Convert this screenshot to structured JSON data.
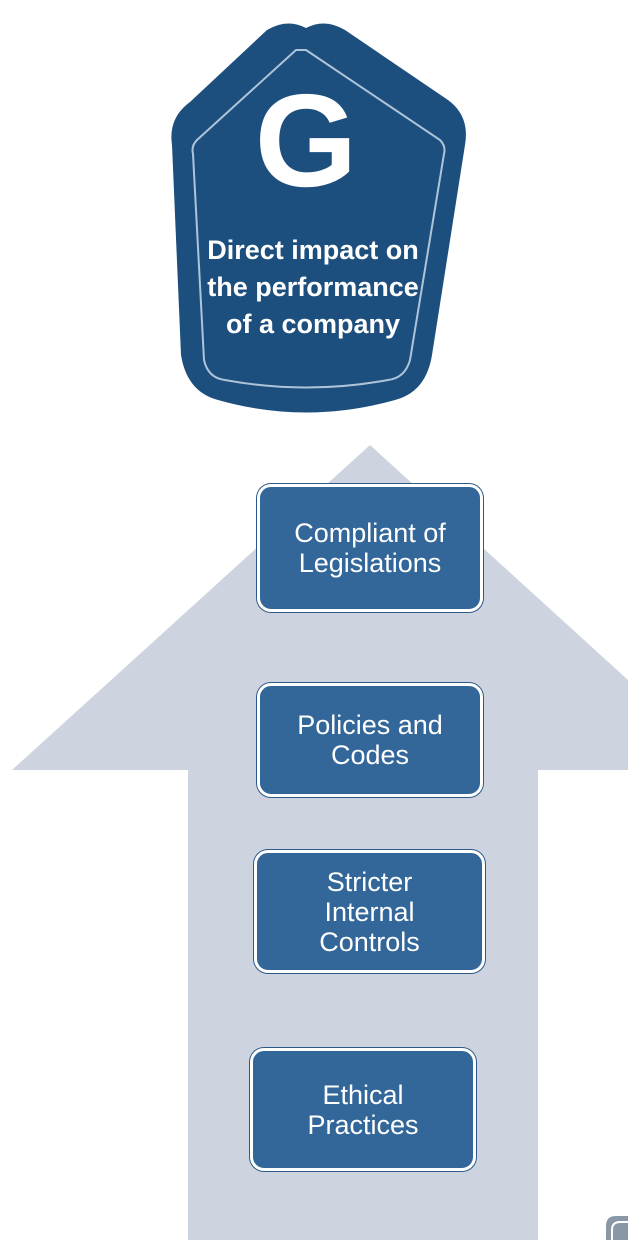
{
  "badge": {
    "letter": "G",
    "text_lines": [
      "Direct impact on",
      "the performance",
      "of a company"
    ],
    "color": "#1d4f7e"
  },
  "arrow": {
    "color": "#cdd4df"
  },
  "steps": [
    {
      "lines": [
        "Compliant of",
        "Legislations"
      ]
    },
    {
      "lines": [
        "Policies and",
        "Codes"
      ]
    },
    {
      "lines": [
        "Stricter",
        "Internal",
        "Controls"
      ]
    },
    {
      "lines": [
        "Ethical",
        "Practices"
      ]
    }
  ],
  "box_color": "#336699"
}
